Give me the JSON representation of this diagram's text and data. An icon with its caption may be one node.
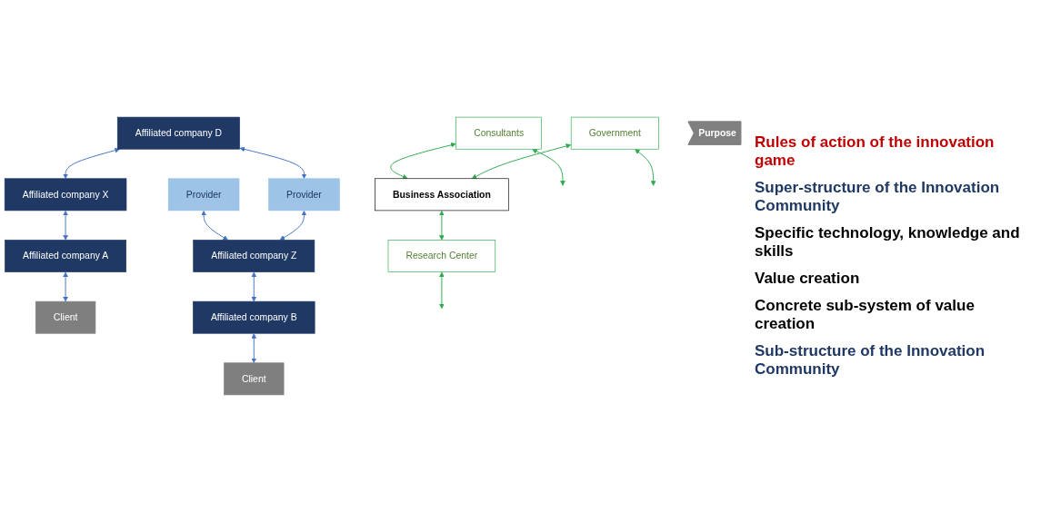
{
  "diagram": {
    "nodes": [
      {
        "text": [
          "Government"
        ]
      },
      {
        "text": [
          "Business Association"
        ]
      },
      {
        "text": [
          "Consultants"
        ]
      },
      {
        "text": [
          "Research Center"
        ]
      },
      {
        "text": [
          "Affiliated company D"
        ]
      },
      {
        "text": [
          "Affiliated company X"
        ]
      },
      {
        "text": [
          "Affiliated company A"
        ]
      },
      {
        "text": [
          "Client"
        ]
      },
      {
        "text": [
          "Provider"
        ]
      },
      {
        "text": [
          "Purpose"
        ]
      },
      {
        "text": [
          "Client"
        ]
      },
      {
        "text": [
          "Affiliated company Z"
        ]
      },
      {
        "text": [
          "Affiliated company B"
        ]
      },
      {
        "text": [
          "Provider"
        ]
      }
    ],
    "edges": [
      {
        "from": 0,
        "to": 1,
        "arrow": "both",
        "color": "#2eaa4f"
      },
      {
        "from": 2,
        "to": 1,
        "arrow": "both",
        "color": "#2eaa4f"
      },
      {
        "from": 1,
        "to": 3,
        "arrow": "both",
        "color": "#2eaa4f"
      },
      {
        "from": 2,
        "to": null,
        "arrow": "both",
        "color": "#2eaa4f"
      },
      {
        "from": 0,
        "to": null,
        "arrow": "both",
        "color": "#2eaa4f"
      },
      {
        "from": 3,
        "to": null,
        "arrow": "both",
        "color": "#2eaa4f"
      },
      {
        "from": 4,
        "to": 5,
        "arrow": "both"
      },
      {
        "from": 5,
        "to": 6,
        "arrow": "both"
      },
      {
        "from": 6,
        "to": 7,
        "arrow": "both"
      },
      {
        "from": 4,
        "to": 8,
        "arrow": "both"
      },
      {
        "from": 8,
        "to": 11,
        "arrow": "both"
      },
      {
        "from": 13,
        "to": 11,
        "arrow": "both"
      },
      {
        "from": 11,
        "to": 12,
        "arrow": "both"
      },
      {
        "from": 12,
        "to": 10,
        "arrow": "both"
      }
    ],
    "labels": [
      "Rules of action of the innovation game",
      "Super-structure of the Innovation Community",
      "Specific technology, knowledge and skills",
      "Value creation",
      "Concrete sub-system of value creation",
      "Sub-structure of the Innovation Community"
    ]
  }
}
